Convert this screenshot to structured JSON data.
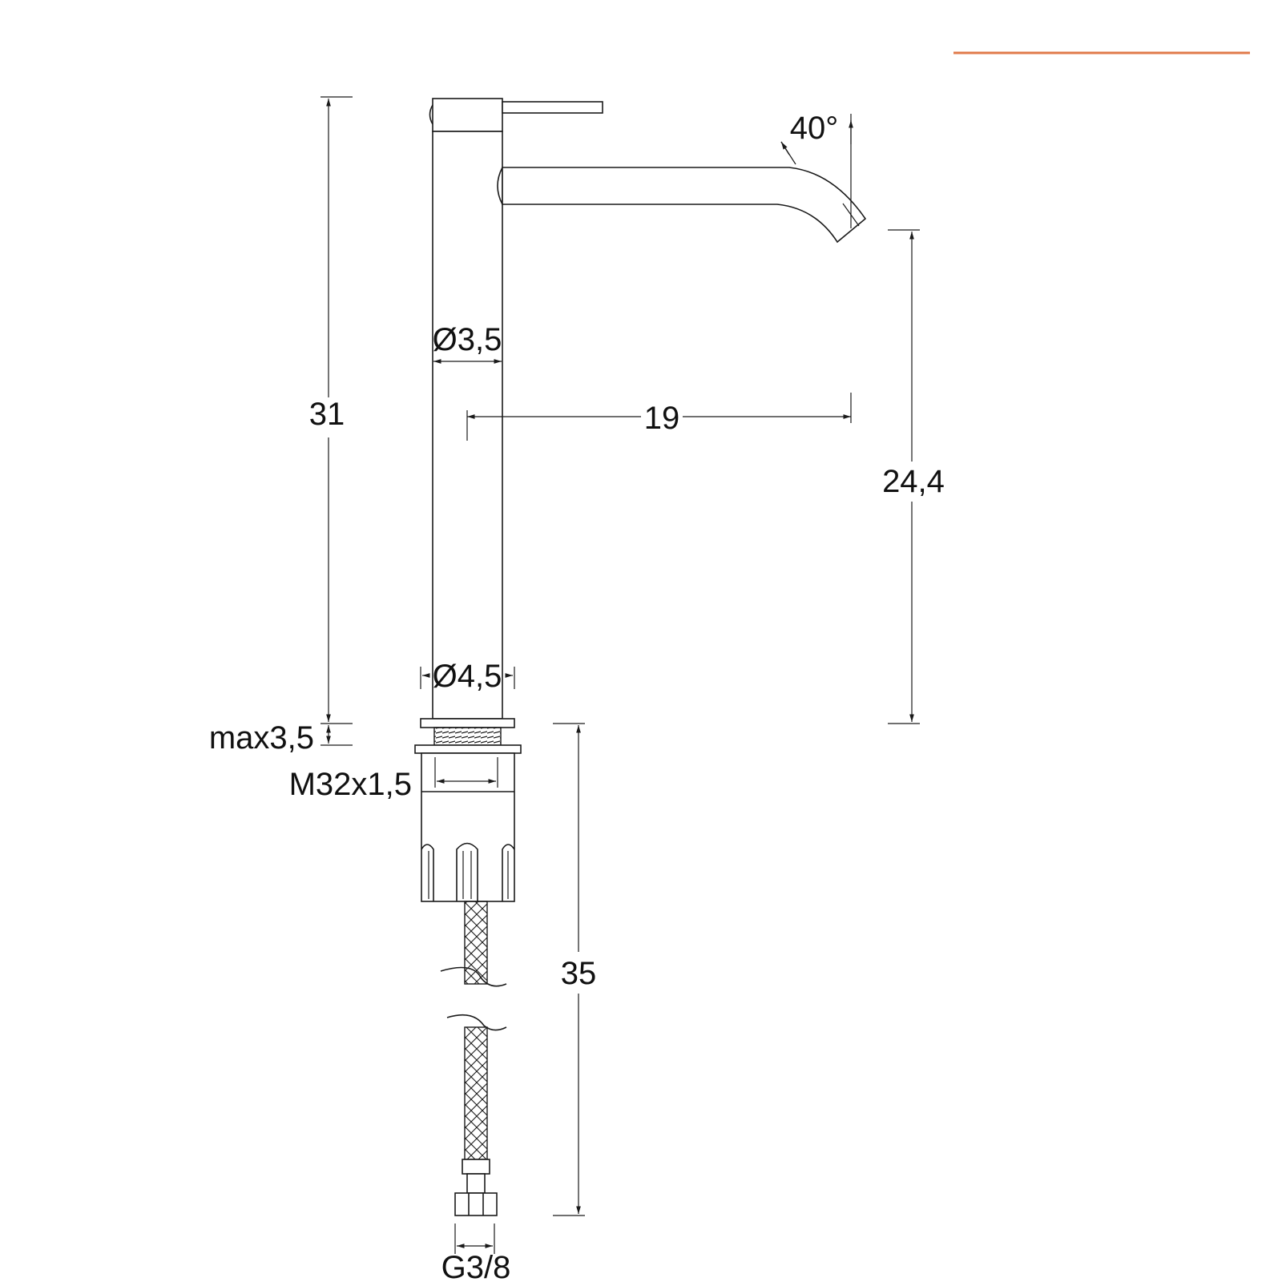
{
  "accent_color": "#e07a4a",
  "line_color": "#1a1a1a",
  "dimensions": {
    "total_height": "31",
    "spout_angle": "40°",
    "spout_diameter": "Ø3,5",
    "spout_reach": "19",
    "spout_height": "24,4",
    "base_diameter": "Ø4,5",
    "max_deck_thickness": "max3,5",
    "thread_size": "M32x1,5",
    "hose_length": "35",
    "hose_connection": "G3/8"
  }
}
